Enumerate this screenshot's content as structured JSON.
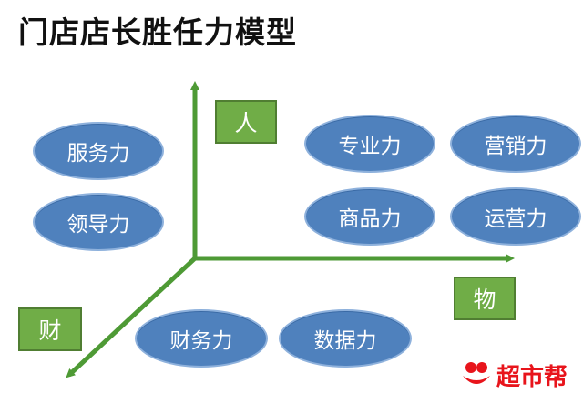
{
  "title": "门店店长胜任力模型",
  "axes": {
    "vertical": "人",
    "horizontal": "物",
    "diagonal": "财"
  },
  "abilities": {
    "service": "服务力",
    "leadership": "领导力",
    "professional": "专业力",
    "marketing": "营销力",
    "merchandise": "商品力",
    "operations": "运营力",
    "finance": "财务力",
    "data": "数据力"
  },
  "logo": {
    "text": "超市帮"
  },
  "colors": {
    "ellipse": "#4f81bd",
    "axis_box": "#70ad47",
    "axis_line": "#5b9e3d",
    "logo": "#e8141b"
  }
}
